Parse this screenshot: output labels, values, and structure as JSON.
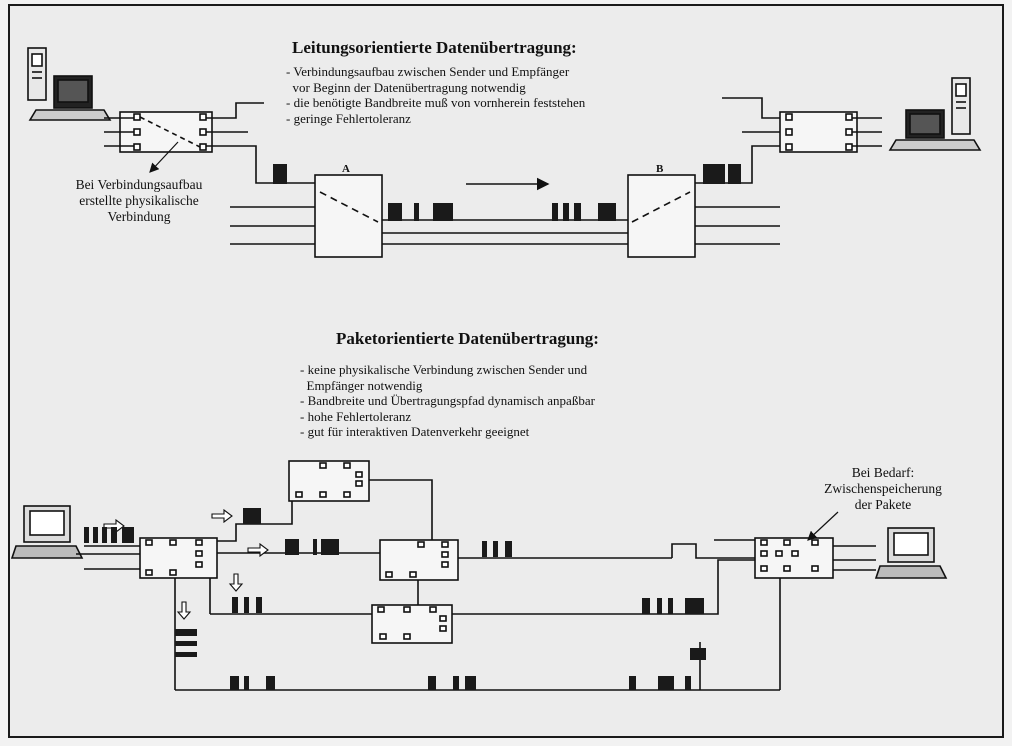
{
  "top": {
    "title": "Leitungsorientierte Datenübertragung:",
    "bullets": "- Verbindungsaufbau zwischen Sender und Empfänger\n  vor Beginn der Datenübertragung notwendig\n- die benötigte Bandbreite muß von vornherein feststehen\n- geringe Fehlertoleranz",
    "callout": "Bei Verbindungsaufbau\nerstellte physikalische\nVerbindung",
    "switch_a_label": "A",
    "switch_b_label": "B"
  },
  "bottom": {
    "title": "Paketorientierte Datenübertragung:",
    "bullets": "- keine physikalische Verbindung zwischen Sender und\n  Empfänger notwendig\n- Bandbreite und Übertragungspfad dynamisch anpaßbar\n- hohe Fehlertoleranz\n- gut für interaktiven Datenverkehr geeignet",
    "callout": "Bei Bedarf:\nZwischenspeicherung\nder Pakete"
  },
  "icons": [
    "desktop-computer-icon",
    "terminal-computer-icon",
    "arrow-right-icon",
    "arrow-down-icon"
  ]
}
